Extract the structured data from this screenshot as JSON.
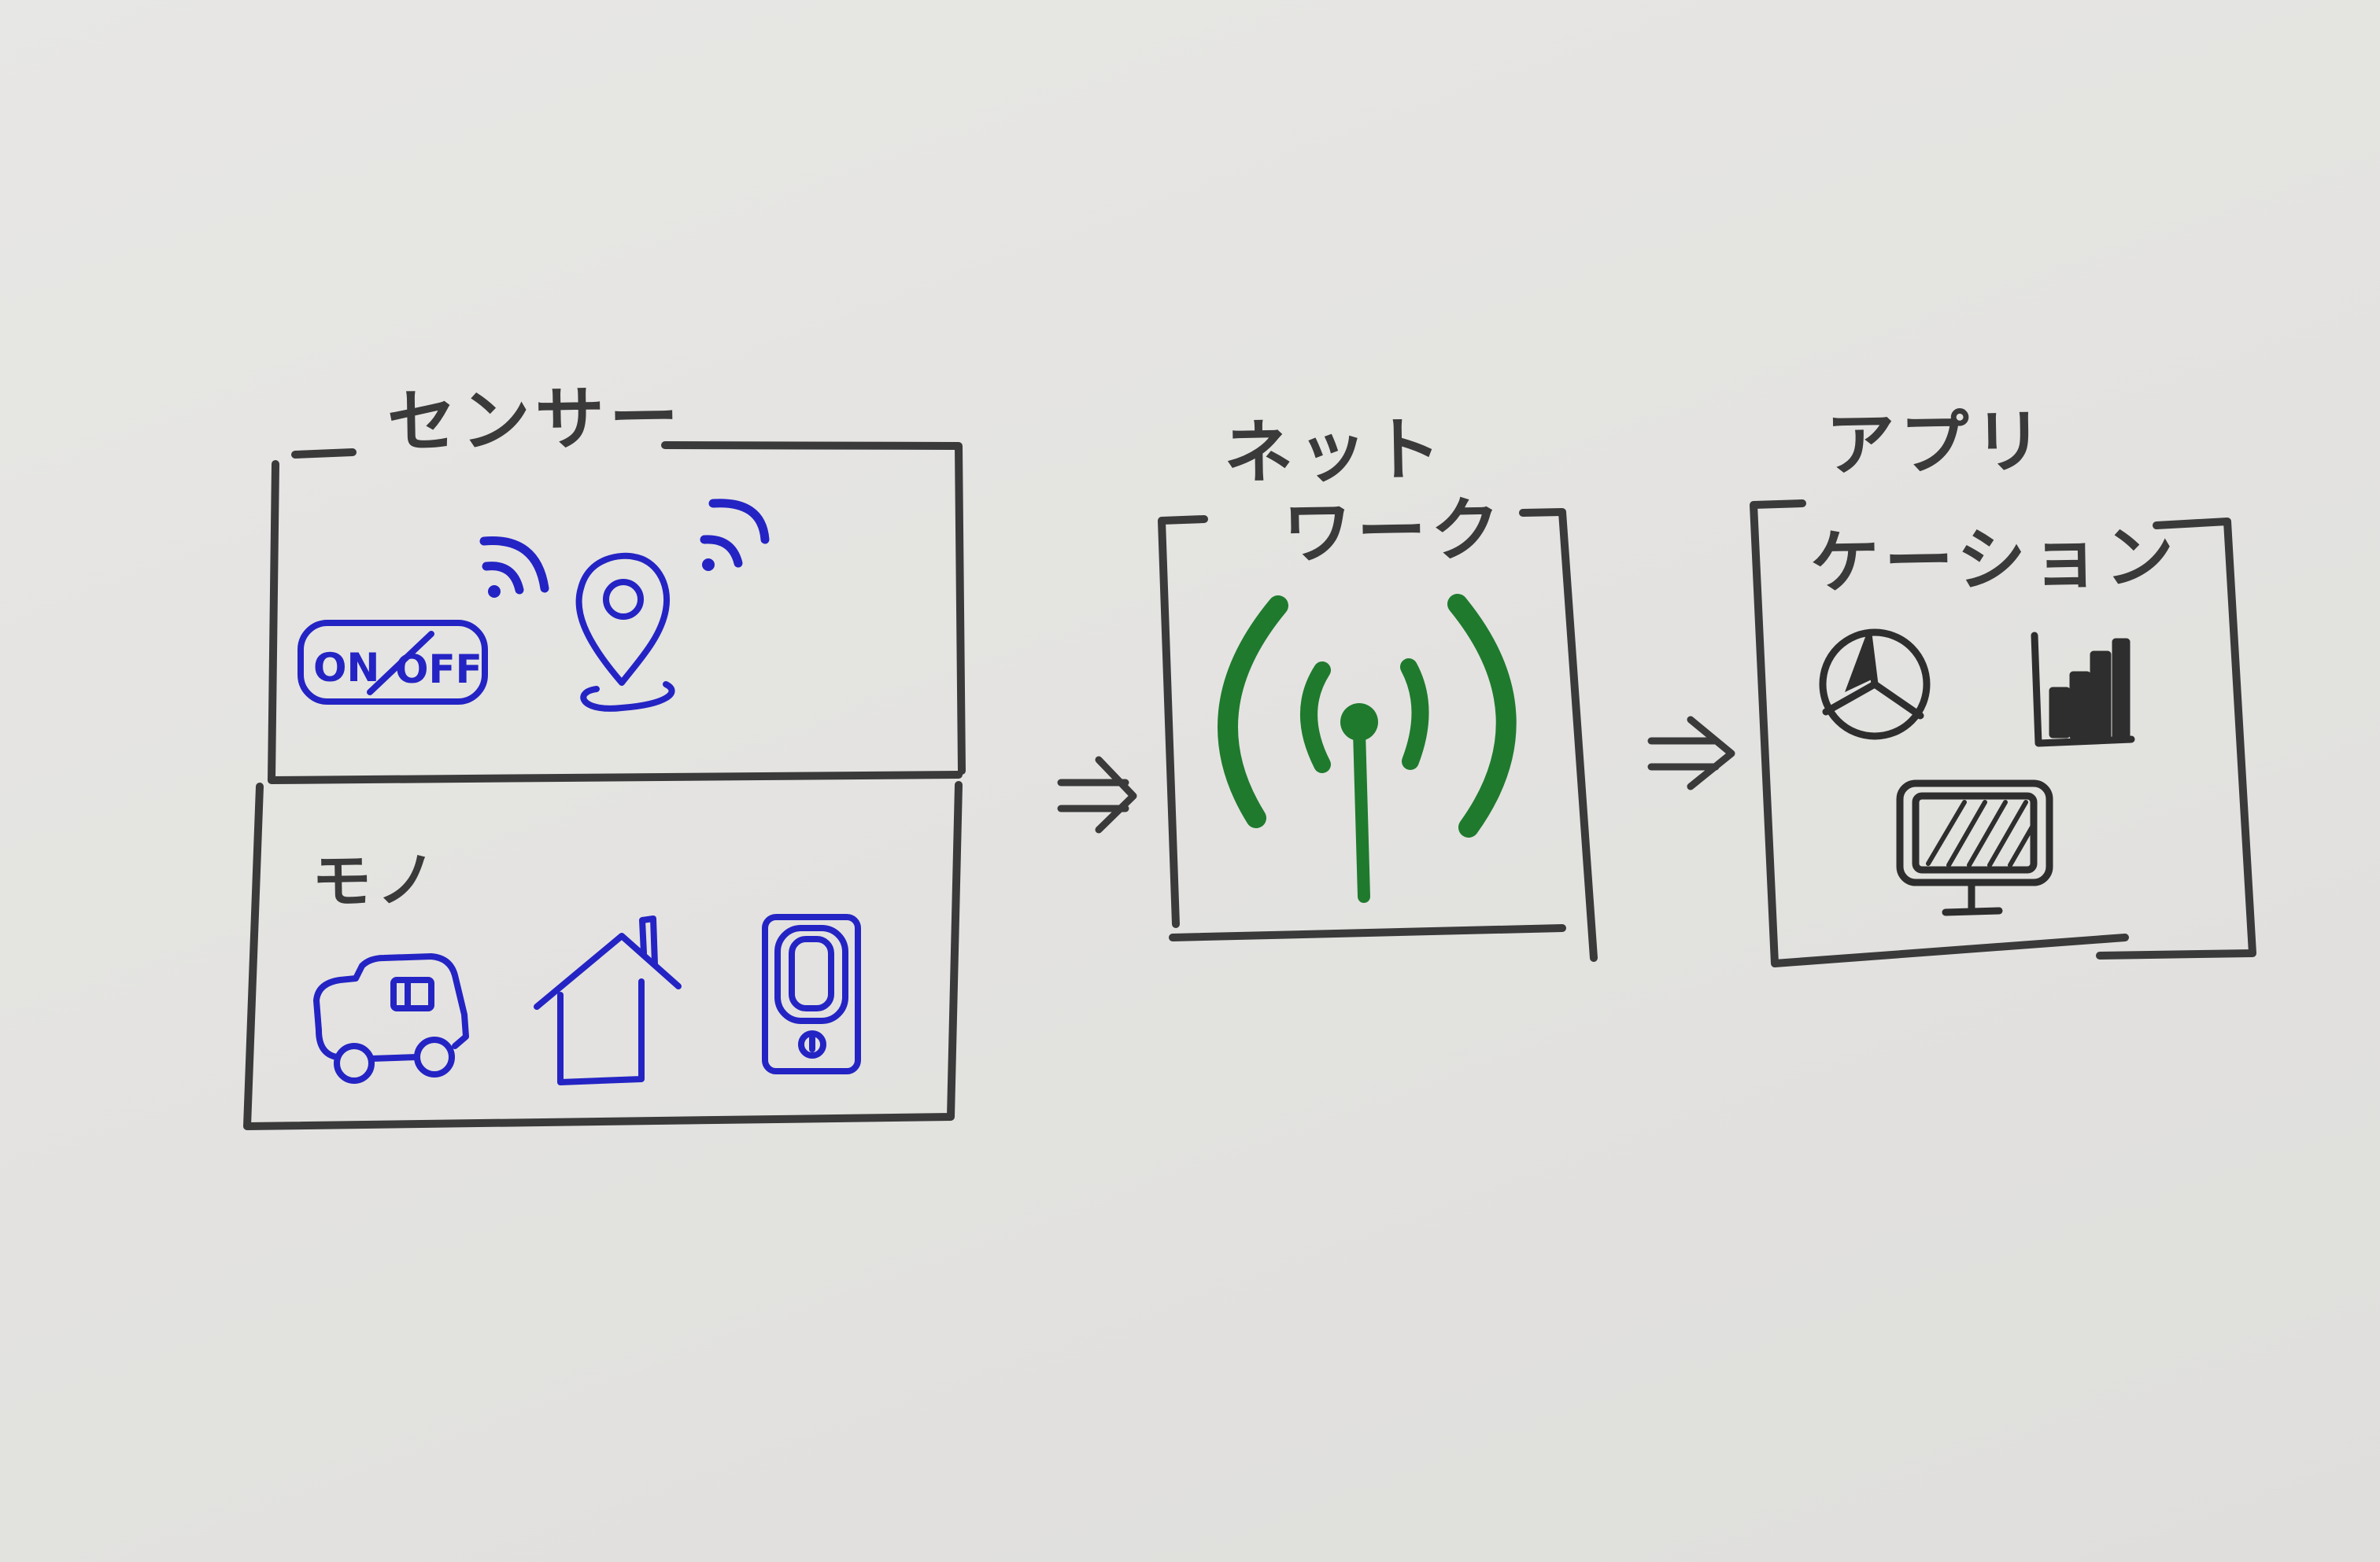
{
  "labels": {
    "sensor": "センサー",
    "thing": "モノ",
    "network_line1": "ネット",
    "network_line2": "ワーク",
    "application_line1": "アプリ",
    "application_line2": "ケーション"
  },
  "switch_icon": {
    "on": "ON",
    "off": "OFF"
  },
  "colors": {
    "paper": "#e6e5e3",
    "outline": "#3a3a3a",
    "sensor_ink": "#2424c4",
    "network_ink": "#1f7a2e",
    "app_ink": "#2e2e2e"
  },
  "icons": {
    "sensor": [
      "on-off-switch-icon",
      "map-pin-icon",
      "wifi-signal-icon"
    ],
    "thing": [
      "car-icon",
      "house-icon",
      "door-lock-icon"
    ],
    "network": [
      "antenna-broadcast-icon"
    ],
    "application": [
      "pie-chart-icon",
      "bar-chart-icon",
      "monitor-icon"
    ],
    "flow": [
      "arrow-icon"
    ]
  }
}
